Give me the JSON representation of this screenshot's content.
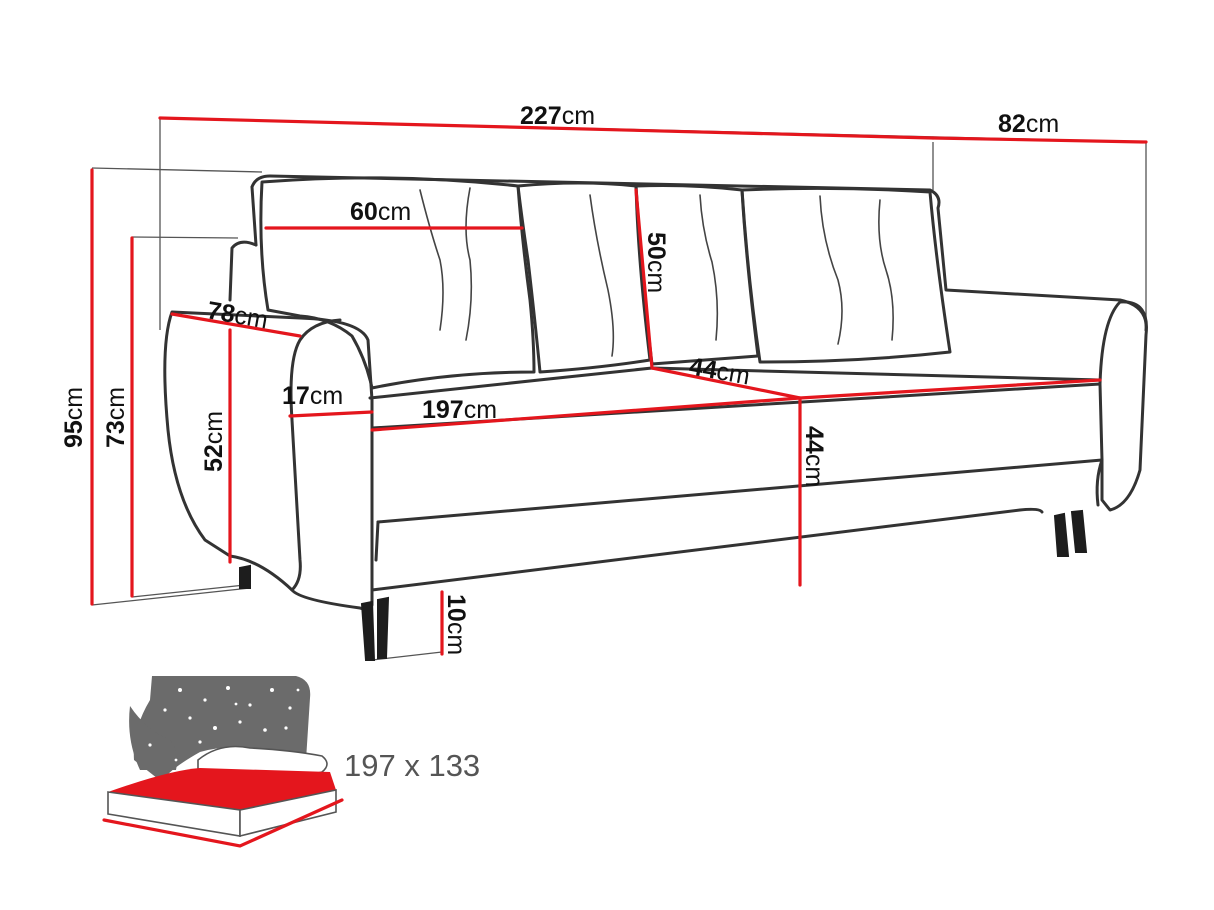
{
  "unit": "cm",
  "dimensions": {
    "total_width": "227",
    "depth": "82",
    "cushion_width": "60",
    "cushion_height": "50",
    "armrest_depth": "78",
    "armrest_width": "17",
    "seat_width": "197",
    "seat_depth": "44",
    "seat_height": "44",
    "armrest_height": "52",
    "total_height": "95",
    "back_height": "73",
    "leg_height": "10"
  },
  "sleeping_area": "197 x 133",
  "colors": {
    "dimension_lines": "#e4161d",
    "outline": "#333333",
    "mattress": "#e4161d",
    "night_panel": "#6b6b6b"
  }
}
